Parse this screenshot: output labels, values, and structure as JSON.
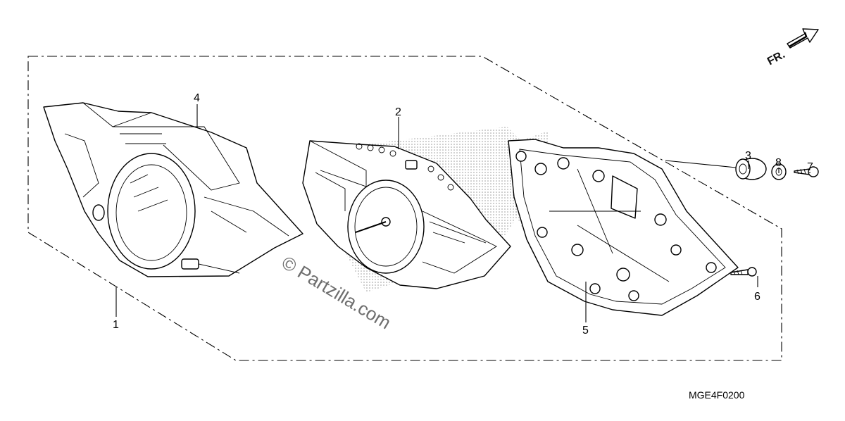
{
  "diagram": {
    "part_code": "MGE4F0200",
    "watermark": "© Partzilla.com",
    "direction_label": "FR.",
    "callouts": [
      "1",
      "2",
      "3",
      "4",
      "5",
      "6",
      "7",
      "8"
    ]
  }
}
